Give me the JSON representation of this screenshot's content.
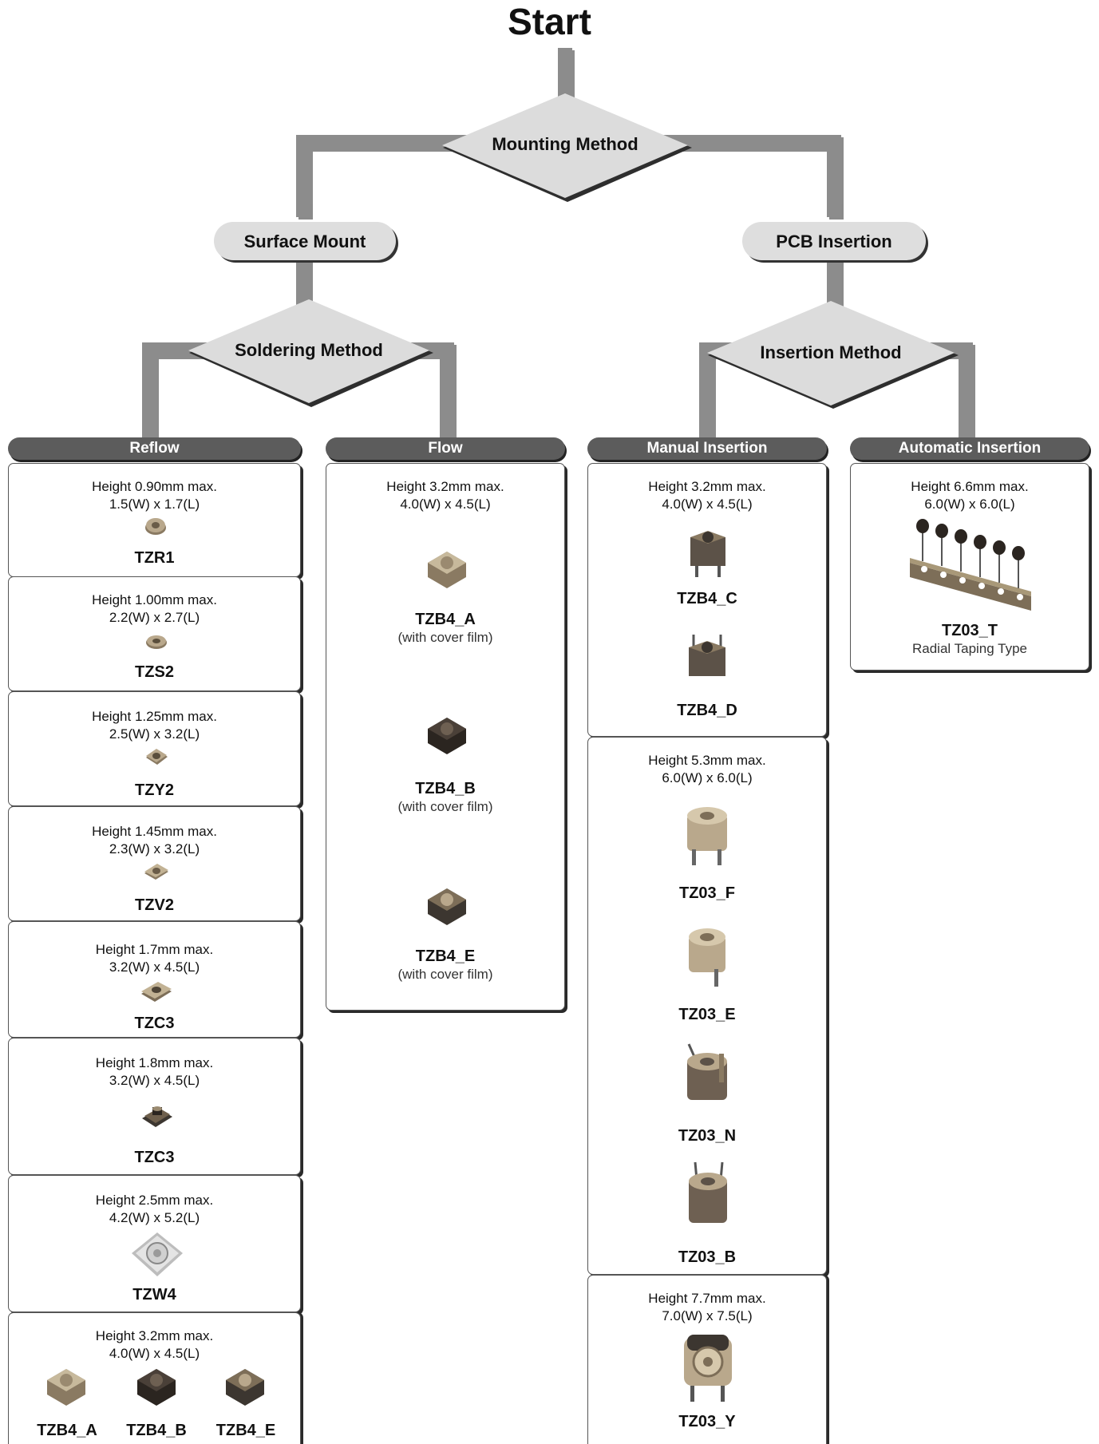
{
  "title": "Start",
  "decisions": {
    "mounting": "Mounting Method",
    "soldering": "Soldering Method",
    "insertion": "Insertion Method"
  },
  "branches": {
    "surface": "Surface Mount",
    "pcb": "PCB Insertion"
  },
  "columns": [
    {
      "label": "Reflow",
      "groups": [
        {
          "height": "Height 0.90mm max.",
          "size": "1.5(W) x 1.7(L)",
          "models": [
            {
              "name": "TZR1"
            }
          ]
        },
        {
          "height": "Height 1.00mm max.",
          "size": "2.2(W) x 2.7(L)",
          "models": [
            {
              "name": "TZS2"
            }
          ]
        },
        {
          "height": "Height 1.25mm max.",
          "size": "2.5(W) x 3.2(L)",
          "models": [
            {
              "name": "TZY2"
            }
          ]
        },
        {
          "height": "Height 1.45mm max.",
          "size": "2.3(W) x 3.2(L)",
          "models": [
            {
              "name": "TZV2"
            }
          ]
        },
        {
          "height": "Height 1.7mm max.",
          "size": "3.2(W) x 4.5(L)",
          "models": [
            {
              "name": "TZC3"
            }
          ]
        },
        {
          "height": "Height 1.8mm max.",
          "size": "3.2(W) x 4.5(L)",
          "models": [
            {
              "name": "TZC3"
            }
          ]
        },
        {
          "height": "Height 2.5mm max.",
          "size": "4.2(W) x 5.2(L)",
          "models": [
            {
              "name": "TZW4"
            }
          ]
        },
        {
          "height": "Height 3.2mm max.",
          "size": "4.0(W) x 4.5(L)",
          "models": [
            {
              "name": "TZB4_A"
            },
            {
              "name": "TZB4_B"
            },
            {
              "name": "TZB4_E"
            }
          ]
        }
      ]
    },
    {
      "label": "Flow",
      "groups": [
        {
          "height": "Height 3.2mm max.",
          "size": "4.0(W) x 4.5(L)",
          "models": [
            {
              "name": "TZB4_A",
              "note": "(with cover film)"
            },
            {
              "name": "TZB4_B",
              "note": "(with cover film)"
            },
            {
              "name": "TZB4_E",
              "note": "(with cover film)"
            }
          ]
        }
      ]
    },
    {
      "label": "Manual Insertion",
      "groups": [
        {
          "height": "Height 3.2mm max.",
          "size": "4.0(W) x 4.5(L)",
          "models": [
            {
              "name": "TZB4_C"
            },
            {
              "name": "TZB4_D"
            }
          ]
        },
        {
          "height": "Height 5.3mm max.",
          "size": "6.0(W) x 6.0(L)",
          "models": [
            {
              "name": "TZ03_F"
            },
            {
              "name": "TZ03_E"
            },
            {
              "name": "TZ03_N"
            },
            {
              "name": "TZ03_B"
            }
          ]
        },
        {
          "height": "Height 7.7mm max.",
          "size": "7.0(W) x 7.5(L)",
          "models": [
            {
              "name": "TZ03_Y"
            }
          ]
        }
      ]
    },
    {
      "label": "Automatic Insertion",
      "groups": [
        {
          "height": "Height 6.6mm max.",
          "size": "6.0(W) x 6.0(L)",
          "models": [
            {
              "name": "TZ03_T",
              "note": "Radial Taping Type"
            }
          ]
        }
      ]
    }
  ],
  "colors": {
    "connector": "#8c8c8c",
    "decision_fill": "#dcdcdc",
    "header_fill": "#5c5c5c",
    "part_beige": "#b9a88c",
    "part_dark": "#3c3630"
  }
}
